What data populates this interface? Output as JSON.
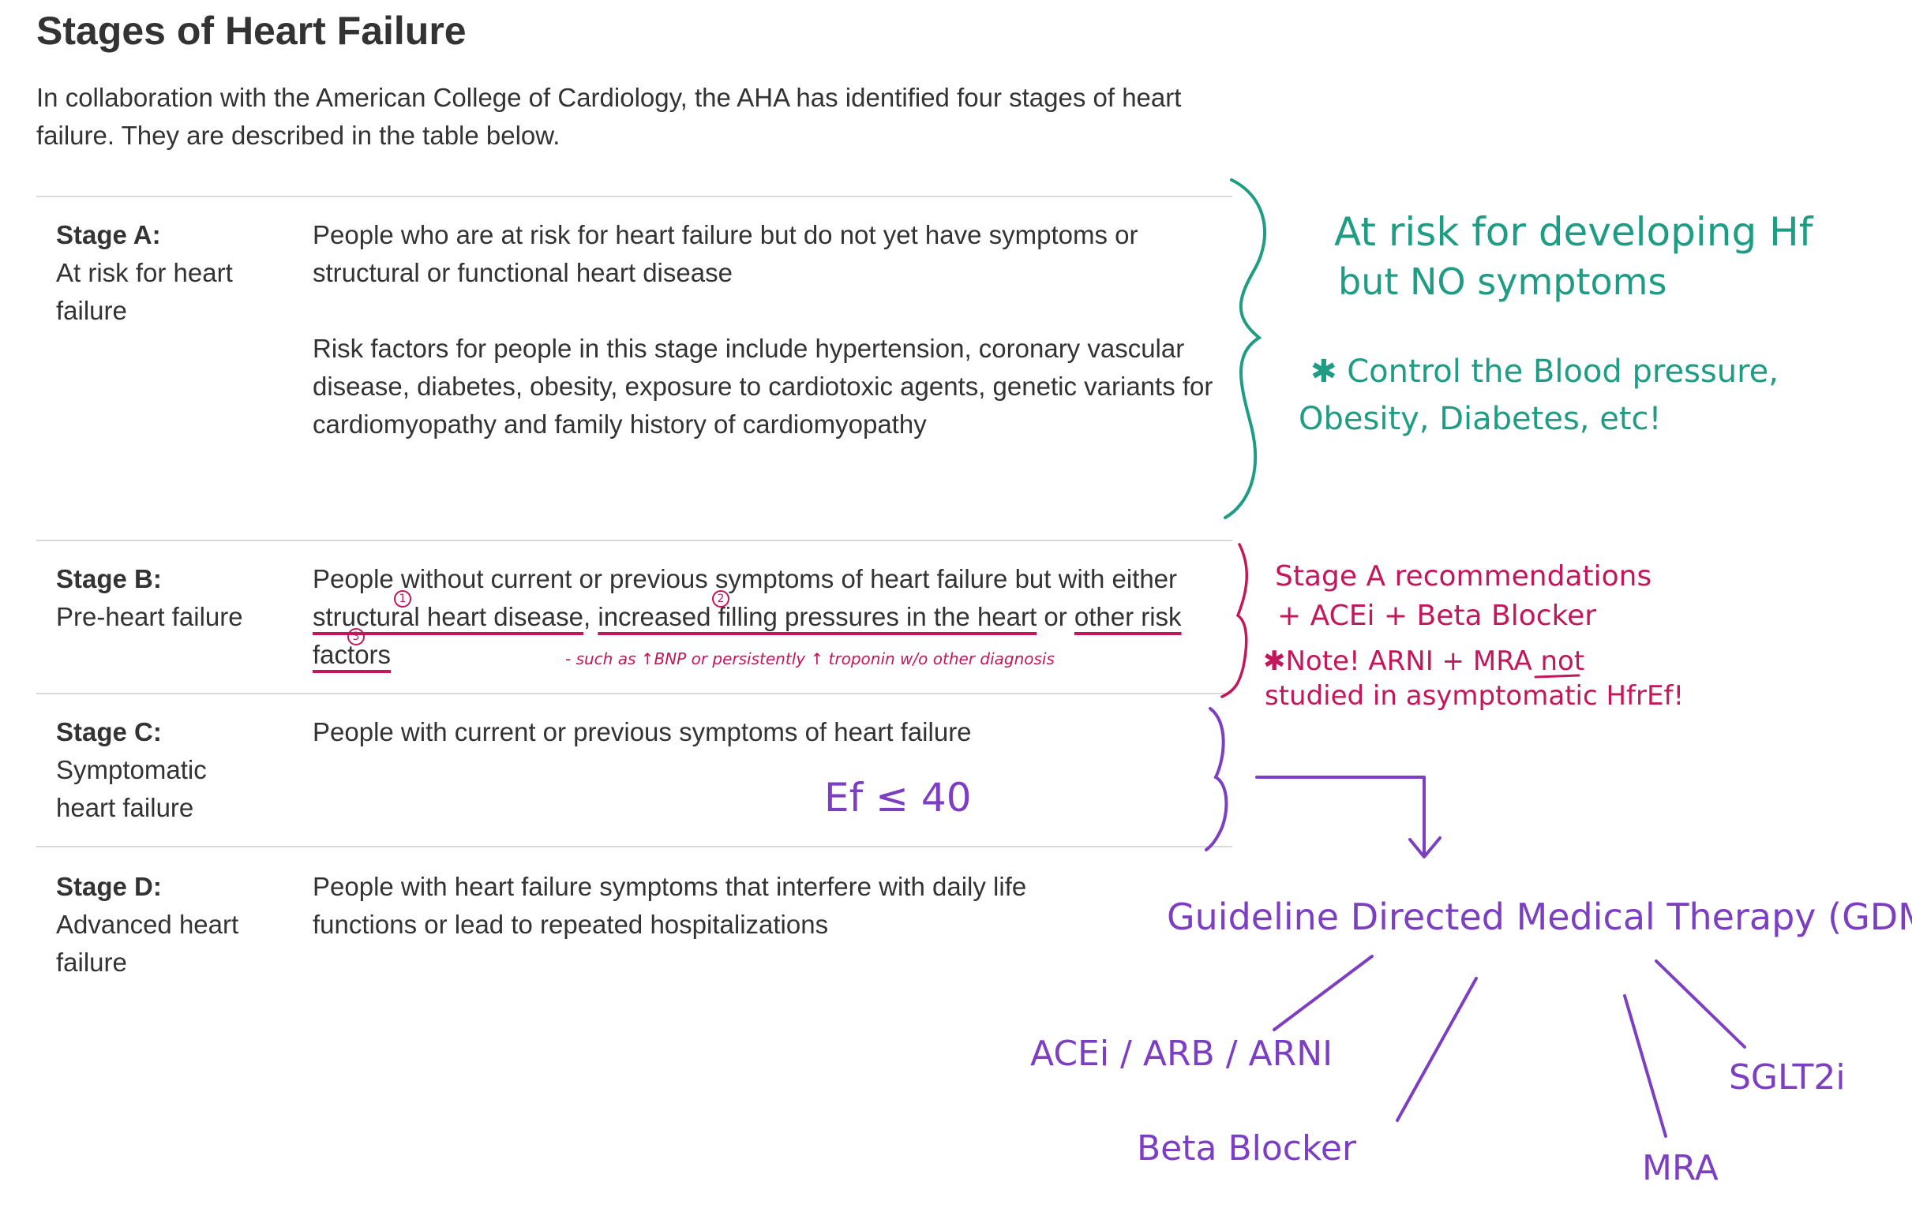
{
  "page": {
    "title": "Stages of Heart Failure",
    "intro": "In collaboration with the American College of Cardiology, the AHA has identified four stages of heart failure. They are described in the table below."
  },
  "stages": [
    {
      "label": "Stage A:",
      "name": "At risk for heart failure",
      "description": "People who are at risk for heart failure but do not yet have symptoms or structural or functional heart disease",
      "extra": "Risk factors for people in this stage include hypertension, coronary vascular disease, diabetes, obesity, exposure to cardiotoxic agents, genetic variants for cardiomyopathy and family history of cardiomyopathy"
    },
    {
      "label": "Stage B:",
      "name": "Pre-heart failure",
      "desc_parts": {
        "p1": "People without current or previous symptoms of heart failure but with either ",
        "u1": "structural heart disease",
        "p2": ", ",
        "u2": "increased filling pressures in the heart",
        "p3": " or ",
        "u3": "other risk factors"
      }
    },
    {
      "label": "Stage C:",
      "name": "Symptomatic heart failure",
      "description": "People with current or previous symptoms of heart failure"
    },
    {
      "label": "Stage D:",
      "name": "Advanced heart failure",
      "description": "People with heart failure symptoms that interfere with daily life functions or lead to repeated hospitalizations"
    }
  ],
  "annotations": {
    "stage_a_line1": "At risk for developing Hf",
    "stage_a_line2": "but NO symptoms",
    "stage_a_note1": "✱ Control the Blood pressure,",
    "stage_a_note2": "Obesity, Diabetes, etc!",
    "stage_b_inline": "- such as ↑BNP or persistently ↑ troponin w/o other diagnosis",
    "stage_b_rec1": "Stage A recommendations",
    "stage_b_rec2": "+ ACEi + Beta Blocker",
    "stage_b_note1": "✱Note! ARNI + MRA not",
    "stage_b_note2": "studied in asymptomatic HfrEf!",
    "circle_1": "1",
    "circle_2": "2",
    "circle_3": "3",
    "ef": "Ef ≤ 40",
    "gdmt": "Guideline Directed Medical Therapy (GDMT)",
    "drug_1": "ACEi / ARB / ARNI",
    "drug_2": "Beta Blocker",
    "drug_3": "MRA",
    "drug_4": "SGLT2i"
  },
  "colors": {
    "teal": "#1f9d84",
    "pink": "#c2185b",
    "purple": "#7c3fc1"
  }
}
